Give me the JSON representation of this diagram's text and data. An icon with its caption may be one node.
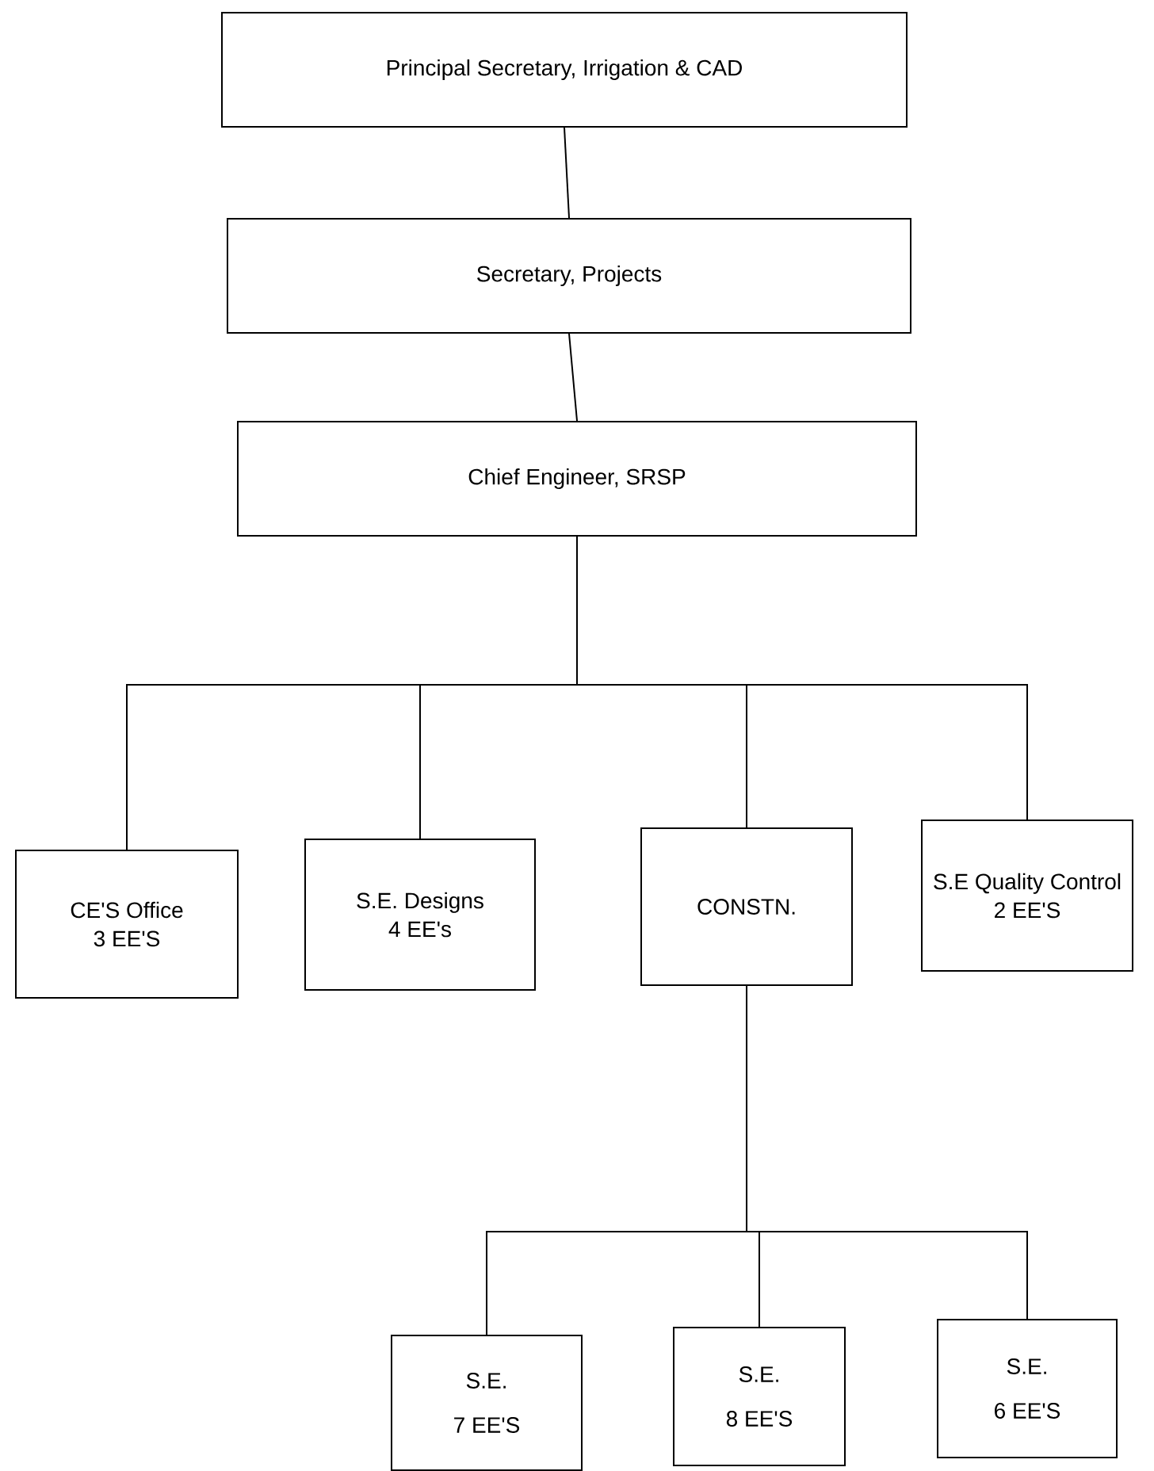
{
  "diagram": {
    "nodes": [
      {
        "text": [
          "Principal Secretary, Irrigation & CAD"
        ]
      },
      {
        "text": [
          "Secretary, Projects"
        ]
      },
      {
        "text": [
          "Chief Engineer, SRSP"
        ]
      },
      {
        "text": [
          "CE'S Office",
          "3 EE'S"
        ]
      },
      {
        "text": [
          "S.E. Designs",
          "4 EE's"
        ]
      },
      {
        "text": [
          "CONSTN."
        ]
      },
      {
        "text": [
          "S.E Quality Control",
          "2 EE'S"
        ]
      },
      {
        "text": [
          "S.E.",
          "7 EE'S"
        ]
      },
      {
        "text": [
          "S.E.",
          "8 EE'S"
        ]
      },
      {
        "text": [
          "S.E.",
          "6 EE'S"
        ]
      }
    ],
    "edges": [
      {
        "from": 0,
        "to": 1,
        "arrow": "none"
      },
      {
        "from": 1,
        "to": 2,
        "arrow": "none"
      },
      {
        "from": 2,
        "to": 3,
        "arrow": "none"
      },
      {
        "from": 2,
        "to": 4,
        "arrow": "none"
      },
      {
        "from": 2,
        "to": 5,
        "arrow": "none"
      },
      {
        "from": 2,
        "to": 6,
        "arrow": "none"
      },
      {
        "from": 5,
        "to": 7,
        "arrow": "none"
      },
      {
        "from": 5,
        "to": 8,
        "arrow": "none"
      },
      {
        "from": 5,
        "to": 9,
        "arrow": "none"
      }
    ]
  }
}
